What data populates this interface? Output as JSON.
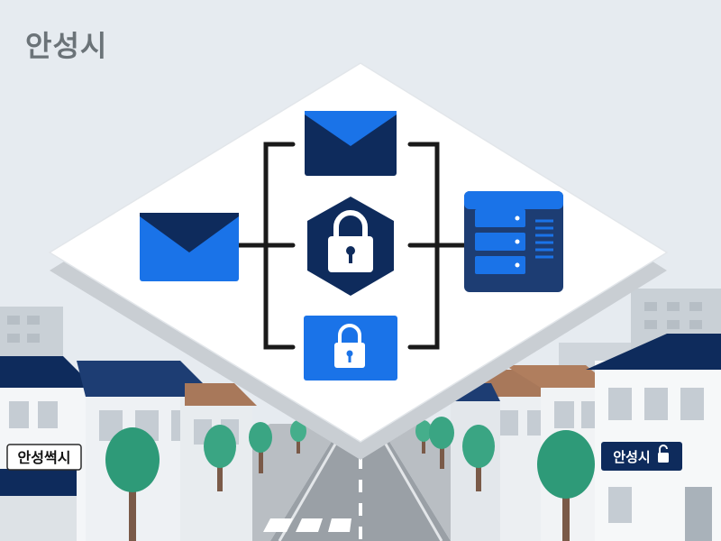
{
  "header": {
    "city_name": "안성시"
  },
  "signs": {
    "left_shop": "안성썩시",
    "right_shop": "안성시"
  },
  "colors": {
    "sky": "#e6ebf0",
    "navy": "#0e2b5c",
    "blue": "#1a73e8",
    "tree": "#2e9a78",
    "road": "#9aa0a6",
    "panel": "#ffffff"
  },
  "icons": {
    "left_item": "email-envelope-icon",
    "top_item": "email-envelope-icon",
    "center_item": "padlock-hexagon-icon",
    "bottom_item": "padlock-icon",
    "right_item": "server-icon"
  }
}
